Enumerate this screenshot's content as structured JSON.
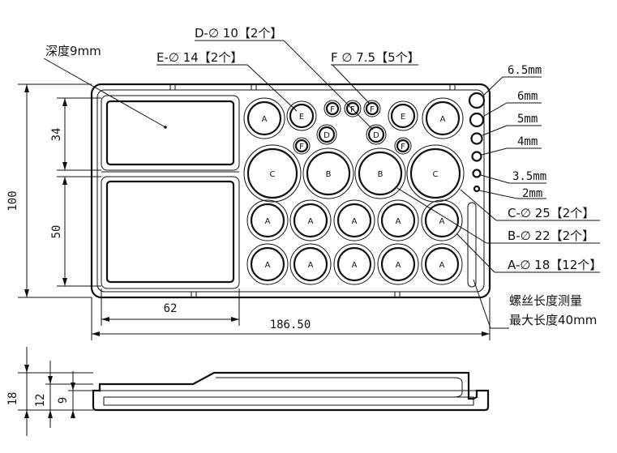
{
  "labels": {
    "depth": "深度9mm",
    "d_hole": "D-∅ 10【2个】",
    "e_hole": "E-∅ 14【2个】",
    "f_hole": "F ∅ 7.5【5个】",
    "c_hole": "C-∅ 25【2个】",
    "b_hole": "B-∅ 22【2个】",
    "a_hole": "A-∅ 18【12个】",
    "screw_1": "螺丝长度测量",
    "screw_2": "最大长度40mm"
  },
  "sizes": [
    "6.5mm",
    "6mm",
    "5mm",
    "4mm",
    "3.5mm",
    "2mm"
  ],
  "dims": {
    "height": "100",
    "upper": "34",
    "lower": "50",
    "tray_width": "62",
    "total_width": "186.50",
    "side_18": "18",
    "side_12": "12",
    "side_9": "9"
  },
  "holes": {
    "A": "A",
    "B": "B",
    "C": "C",
    "D": "D",
    "E": "E",
    "F": "F"
  }
}
